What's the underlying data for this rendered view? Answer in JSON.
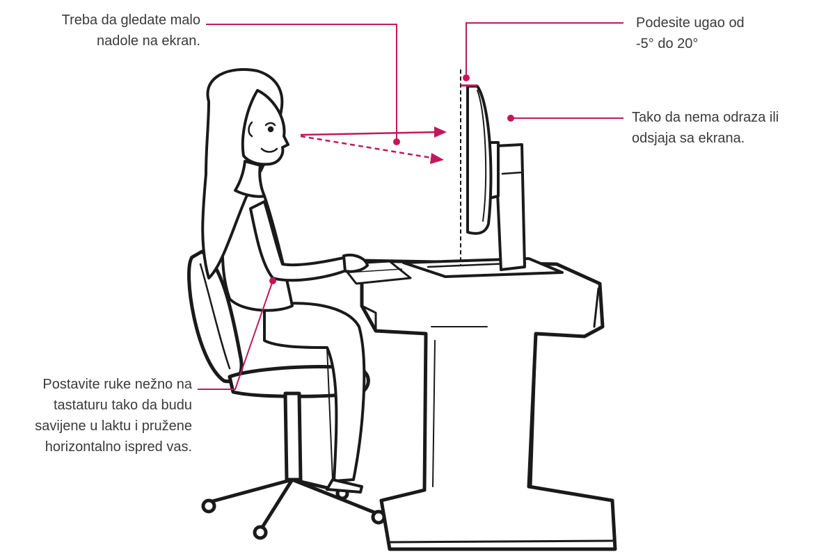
{
  "accent_color": "#c2185b",
  "line_color": "#1a1a1a",
  "callouts": {
    "look_down": {
      "line1": "Treba da gledate malo",
      "line2": "nadole na ekran."
    },
    "angle": {
      "line1": "Podesite ugao od",
      "line2": "-5° do 20°"
    },
    "glare": {
      "line1": "Tako da nema odraza ili",
      "line2": "odsjaja sa ekrana."
    },
    "hands": {
      "line1": "Postavite ruke nežno na",
      "line2": "tastaturu tako da budu",
      "line3": "savijene u laktu i pružene",
      "line4": "horizontalno ispred vas."
    }
  }
}
